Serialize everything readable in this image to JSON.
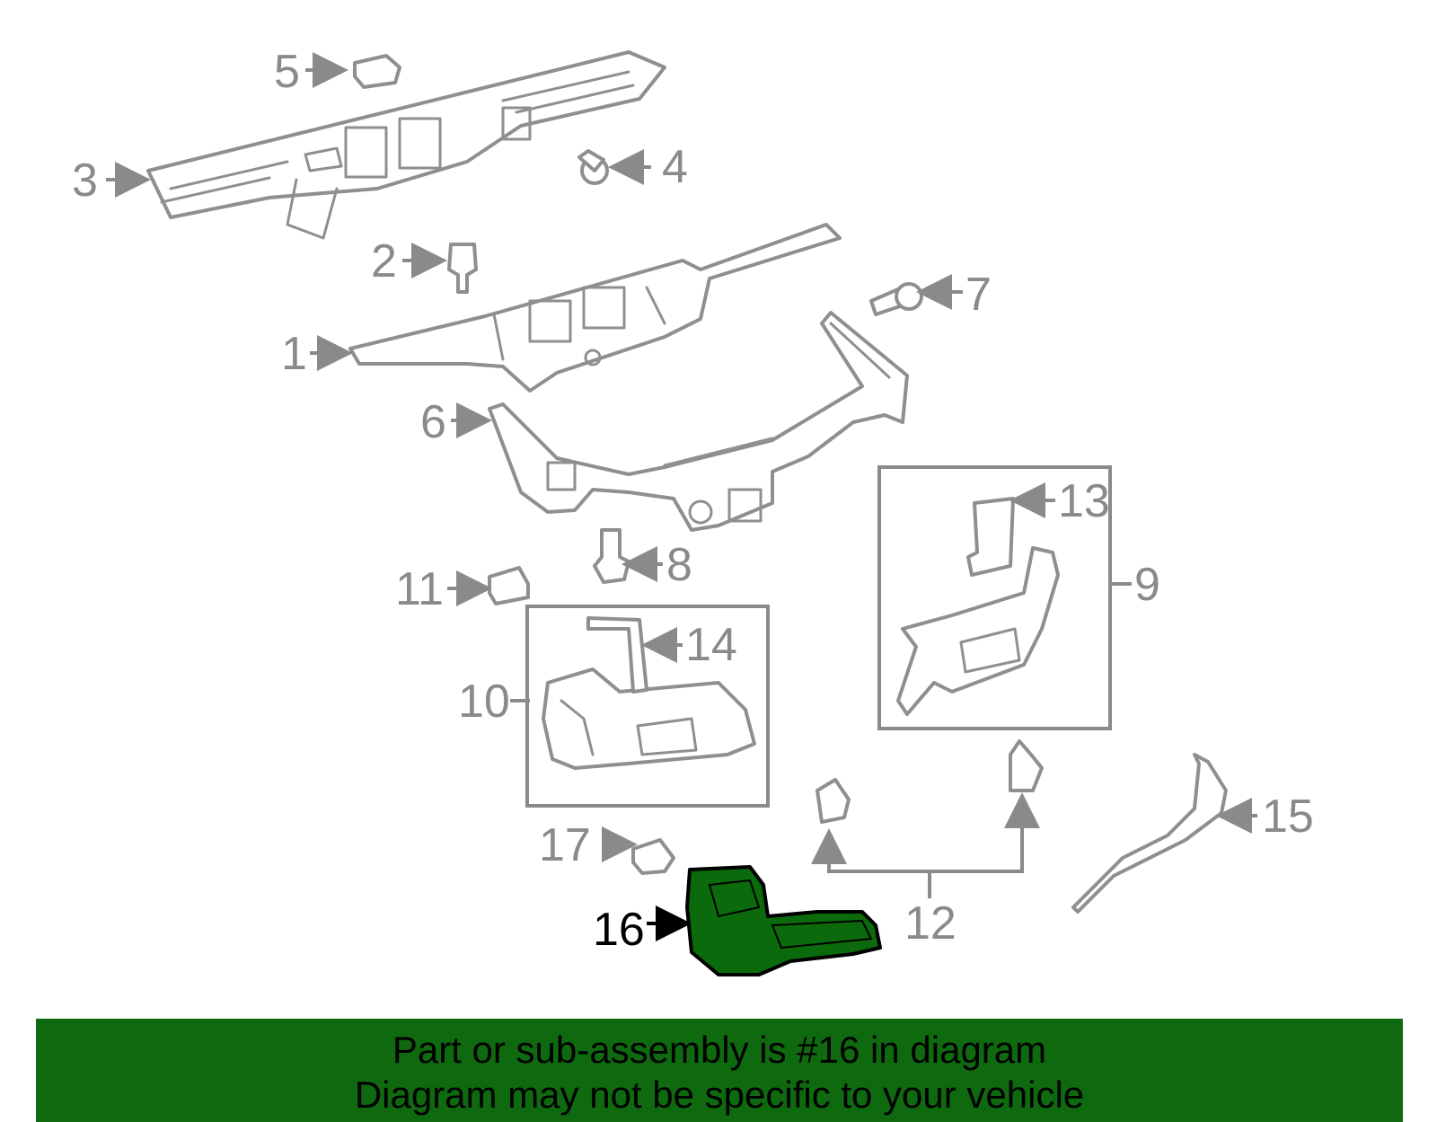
{
  "callouts": {
    "c1": "1",
    "c2": "2",
    "c3": "3",
    "c4": "4",
    "c5": "5",
    "c6": "6",
    "c7": "7",
    "c8": "8",
    "c9": "9",
    "c10": "10",
    "c11": "11",
    "c12": "12",
    "c13": "13",
    "c14": "14",
    "c15": "15",
    "c16": "16",
    "c17": "17"
  },
  "highlight": {
    "part_number": "16",
    "fill_color": "#0b6a0b",
    "outline_color": "#000000"
  },
  "banner": {
    "line1": "Part or sub-assembly is #16 in diagram",
    "line2": "Diagram may not be specific to your vehicle",
    "background_color": "#0f6a0f"
  },
  "icons": [
    "step-bumper",
    "bolt",
    "clip",
    "cap-plug",
    "reinforcement",
    "hitch-receiver",
    "bracket",
    "retainer",
    "bumper-extension",
    "end-cap"
  ]
}
